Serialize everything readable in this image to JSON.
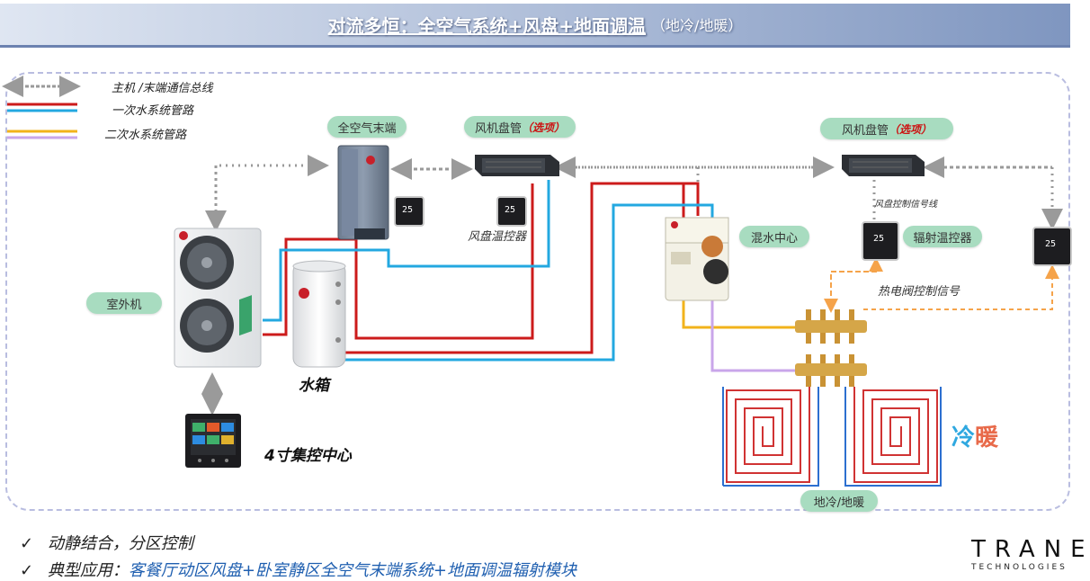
{
  "title": {
    "main": "对流多恒：全空气系统+风盘+地面调温",
    "sub": "（地冷/地暖）"
  },
  "legend": {
    "bus": "主机 /末端通信总线",
    "primary": "一次水系统管路",
    "secondary": "二次水系统管路"
  },
  "components": {
    "air_terminal": "全空气末端",
    "fan_coil_1": "风机盘管",
    "fan_coil_1_opt": "（选项）",
    "fan_coil_2": "风机盘管",
    "fan_coil_2_opt": "（选项）",
    "outdoor_unit": "室外机",
    "water_tank": "水箱",
    "fan_coil_controller": "风盘温控器",
    "mixing_center": "混水中心",
    "radiant_controller": "辐射温控器",
    "fan_coil_signal": "风盘控制信号线",
    "valve_signal": "热电阀控制信号",
    "control_center": "4寸集控中心",
    "floor": "地冷/地暖",
    "cold": "冷",
    "warm": "暖",
    "thermo_readout": "25"
  },
  "bullets": [
    {
      "check": "✓",
      "text": "动静结合，分区控制",
      "highlight": ""
    },
    {
      "check": "✓",
      "text": "典型应用：",
      "highlight": "客餐厅动区风盘+卧室静区全空气末端系统+地面调温辐射模块"
    }
  ],
  "brand": {
    "name": "TRANE",
    "sub": "TECHNOLOGIES"
  },
  "colors": {
    "primary_supply": "#cc1b1b",
    "primary_return": "#23a8e0",
    "secondary_supply": "#f2b31b",
    "secondary_return": "#c9a6ea",
    "bus": "#9a9a9a",
    "signal": "#f5a34a",
    "pill": "#a8dcc0"
  }
}
